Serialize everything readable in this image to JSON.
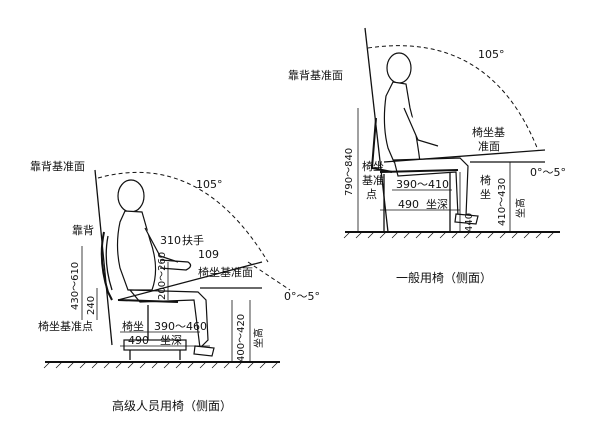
{
  "left_diagram": {
    "caption": "高级人员用椅（侧面）",
    "labels": {
      "backrest_ref_plane": "靠背基准面",
      "angle": "105°",
      "backrest": "靠背",
      "armrest": "扶手",
      "armrest_value": "310",
      "v109": "109",
      "seat_ref_plane": "椅坐基准面",
      "back_height": "430～610",
      "v240": "240",
      "v200_260": "200～260",
      "tilt": "0°～5°",
      "seat_ref_point": "椅坐基准点",
      "seat": "椅坐",
      "v390_460": "390～460",
      "v490": "490",
      "seat_depth": "坐深",
      "v400_420": "400～420",
      "seat_height": "坐高"
    }
  },
  "right_diagram": {
    "caption": "一般用椅（侧面）",
    "labels": {
      "backrest_ref_plane": "靠背基准面",
      "angle": "105°",
      "back_height": "790～840",
      "seat_ref_plane_1": "椅坐基",
      "seat_ref_plane_2": "准面",
      "seat_ref_point_1": "椅坐",
      "seat_ref_point_2": "基准",
      "seat_ref_point_3": "点",
      "v390_410": "390～410",
      "v490": "490",
      "seat_depth": "坐深",
      "v440": "440",
      "seat_1": "椅",
      "seat_2": "坐",
      "v410_430": "410～430",
      "seat_height": "坐高",
      "tilt": "0°～5°"
    }
  }
}
